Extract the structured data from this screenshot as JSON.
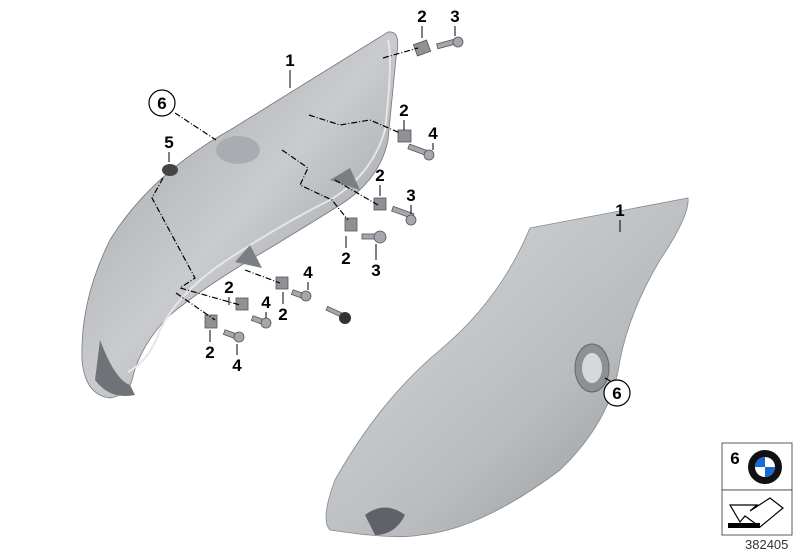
{
  "diagram": {
    "callouts_left": [
      "2",
      "3",
      "1",
      "6",
      "2",
      "4",
      "5",
      "2",
      "3",
      "2",
      "3",
      "4",
      "2",
      "4",
      "2",
      "2",
      "4"
    ],
    "callouts_right": [
      "1",
      "6"
    ],
    "legend": {
      "item_number": "6",
      "logo": "bmw-roundel",
      "arrow_icon": "direction-arrow-icon"
    },
    "diagram_number": "382405",
    "colors": {
      "panel": "#c4c6c9",
      "panel_shade": "#9a9da1",
      "bmw_blue": "#1c69d4",
      "text": "#000000"
    }
  }
}
